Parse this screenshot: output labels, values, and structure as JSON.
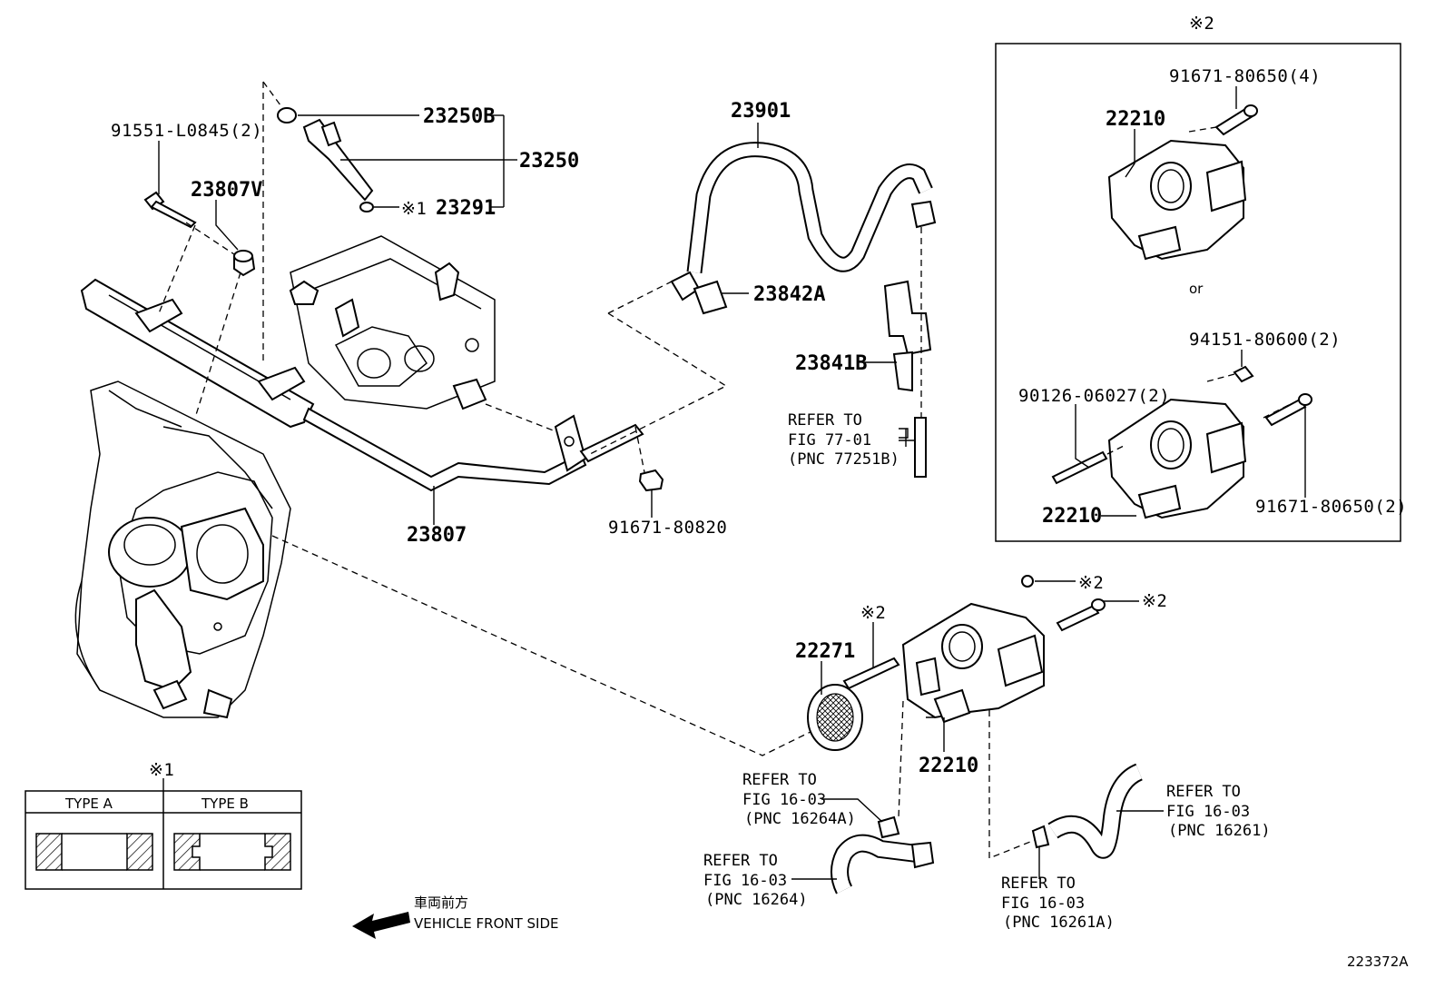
{
  "diagram_id": "223372A",
  "labels": {
    "p23250B": "23250B",
    "p23250": "23250",
    "p23291": "23291",
    "note1_mark_inj": "※1",
    "p91551": "91551-L0845(2)",
    "p23807V": "23807V",
    "p23807": "23807",
    "p91671_80820": "91671-80820",
    "p23901": "23901",
    "p23842A": "23842A",
    "p23841B": "23841B",
    "ref77_line1": "REFER TO",
    "ref77_line2": "FIG 77-01",
    "ref77_line3": "(PNC 77251B)",
    "p22271": "22271",
    "p22210_main": "22210",
    "note2_stud": "※2",
    "note2_nut": "※2",
    "note2_bolt": "※2",
    "ref16264A_l1": "REFER TO",
    "ref16264A_l2": "FIG 16-03",
    "ref16264A_l3": "(PNC 16264A)",
    "ref16264_l1": "REFER TO",
    "ref16264_l2": "FIG 16-03",
    "ref16264_l3": "(PNC 16264)",
    "ref16261A_l1": "REFER TO",
    "ref16261A_l2": "FIG 16-03",
    "ref16261A_l3": "(PNC 16261A)",
    "ref16261_l1": "REFER TO",
    "ref16261_l2": "FIG 16-03",
    "ref16261_l3": "(PNC 16261)"
  },
  "inset2": {
    "mark": "※2",
    "p91671_80650_4": "91671-80650(4)",
    "p22210_top": "22210",
    "or_text": "or",
    "p94151": "94151-80600(2)",
    "p90126": "90126-06027(2)",
    "p22210_bottom": "22210",
    "p91671_80650_2": "91671-80650(2)"
  },
  "inset1": {
    "mark": "※1",
    "type_a": "TYPE A",
    "type_b": "TYPE B"
  },
  "front": {
    "jp": "車両前方",
    "en": "VEHICLE FRONT SIDE"
  }
}
